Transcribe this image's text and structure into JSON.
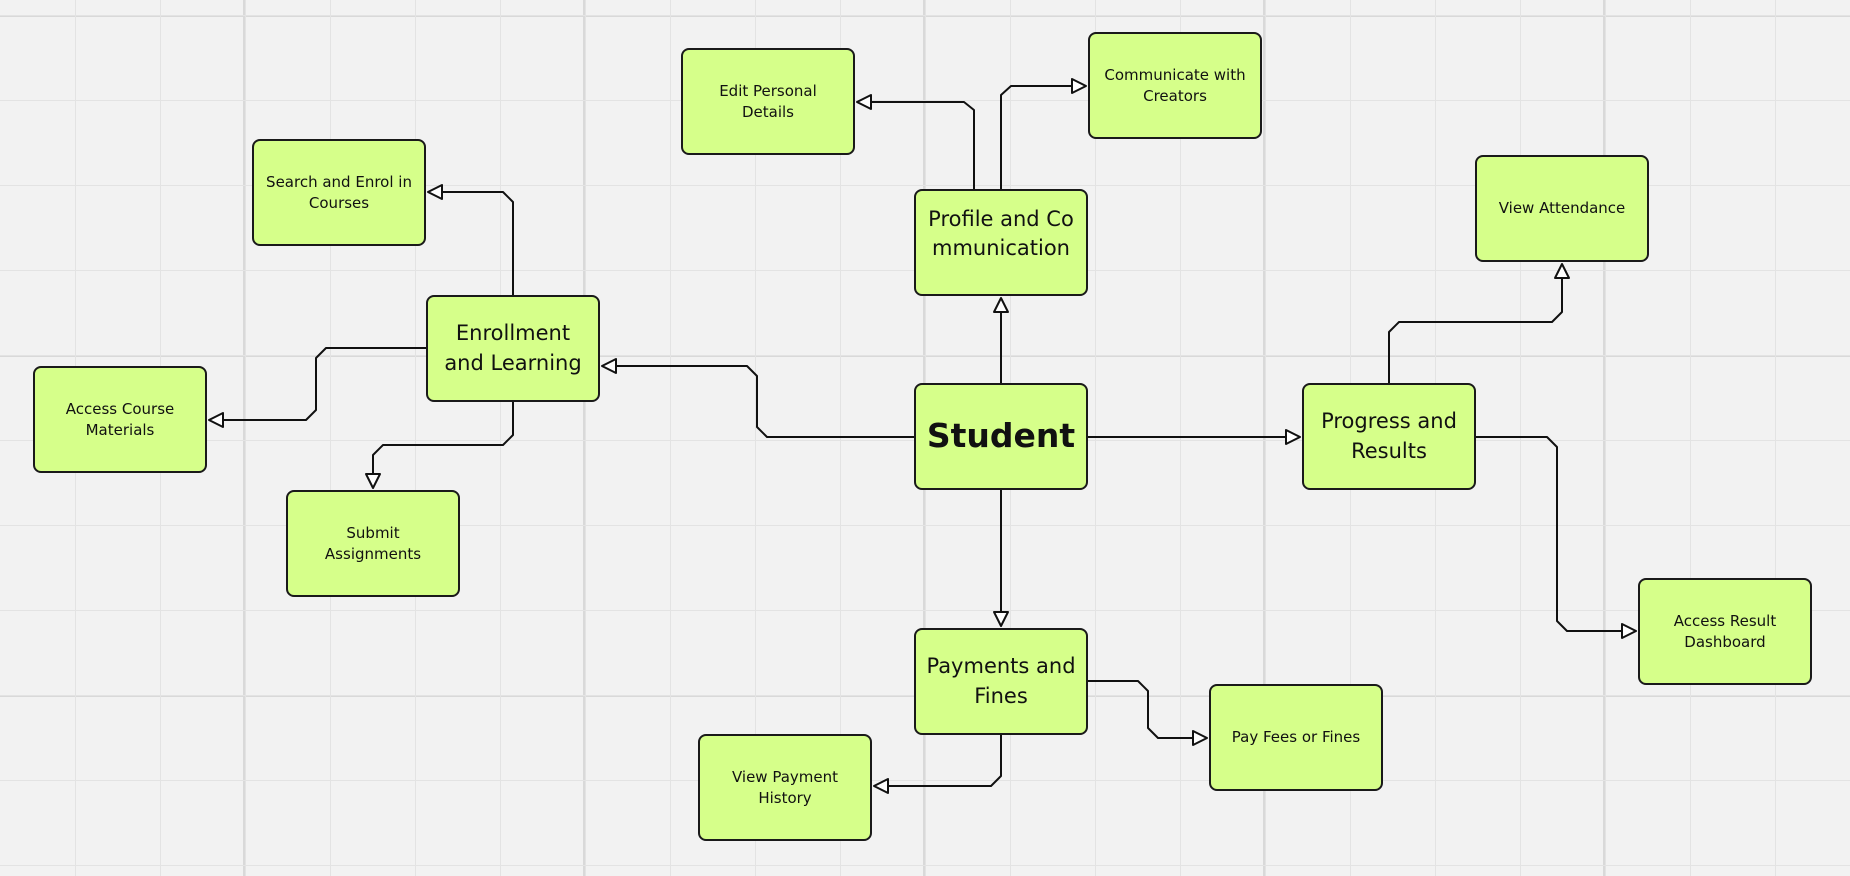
{
  "theme": {
    "node_fill": "#d6ff8a",
    "node_border": "#1a1a1a",
    "edge_color": "#111111",
    "canvas_background": "#f2f2f2"
  },
  "nodes": {
    "student": "Student",
    "profile": "Profile and Communication",
    "enrollment": "Enrollment and Learning",
    "progress": "Progress and Results",
    "payments": "Payments and Fines",
    "edit_details": "Edit Personal Details",
    "communicate": "Communicate with Creators",
    "search_enrol": "Search and Enrol in Courses",
    "access_materials": "Access Course Materials",
    "submit_assignments": "Submit Assignments",
    "view_attendance": "View Attendance",
    "access_dashboard": "Access Result Dashboard",
    "pay_fees": "Pay Fees or Fines",
    "view_payment_history": "View Payment History"
  },
  "edges": [
    {
      "from": "student",
      "to": "profile"
    },
    {
      "from": "student",
      "to": "enrollment"
    },
    {
      "from": "student",
      "to": "progress"
    },
    {
      "from": "student",
      "to": "payments"
    },
    {
      "from": "profile",
      "to": "edit_details"
    },
    {
      "from": "profile",
      "to": "communicate"
    },
    {
      "from": "enrollment",
      "to": "search_enrol"
    },
    {
      "from": "enrollment",
      "to": "access_materials"
    },
    {
      "from": "enrollment",
      "to": "submit_assignments"
    },
    {
      "from": "progress",
      "to": "view_attendance"
    },
    {
      "from": "progress",
      "to": "access_dashboard"
    },
    {
      "from": "payments",
      "to": "pay_fees"
    },
    {
      "from": "payments",
      "to": "view_payment_history"
    }
  ]
}
